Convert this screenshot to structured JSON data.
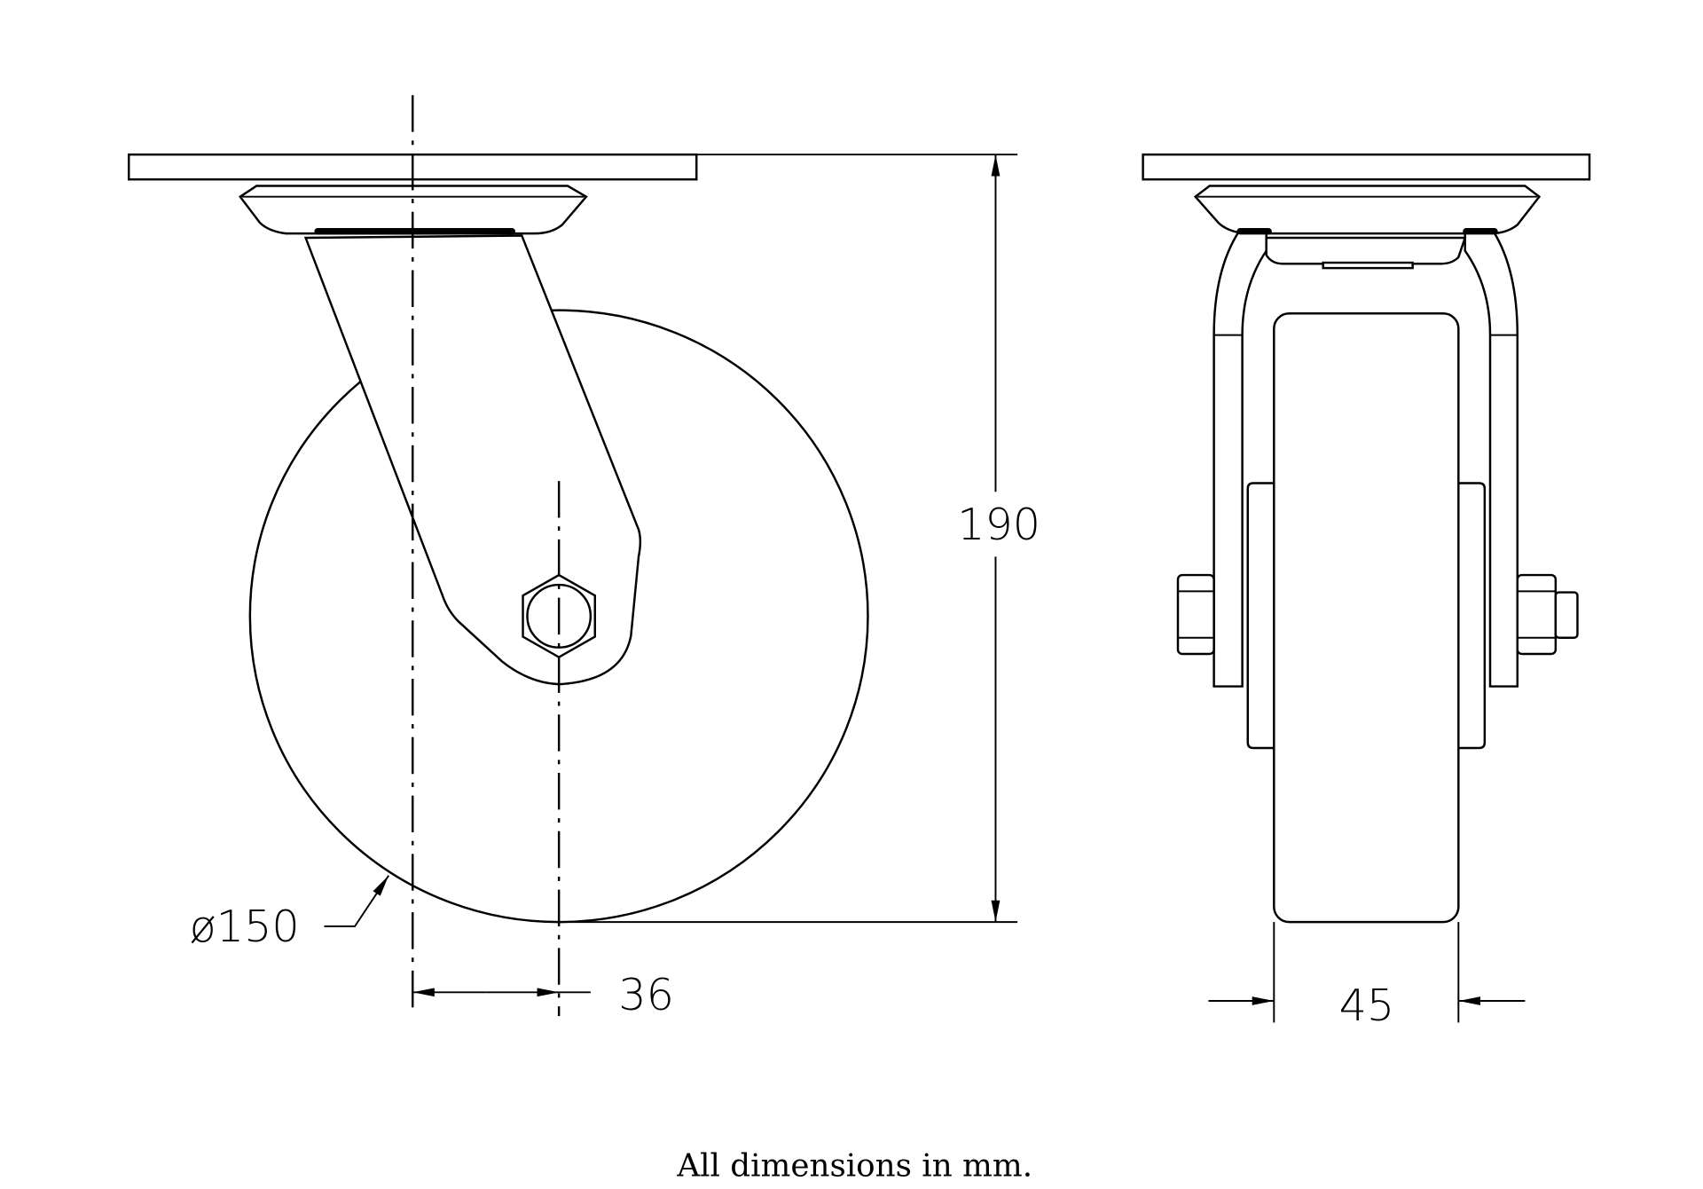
{
  "drawing": {
    "title": "Swivel castor dimension drawing",
    "dimensions": {
      "height": "190",
      "wheel_diameter": "ø150",
      "offset": "36",
      "wheel_width": "45"
    },
    "caption": "All dimensions in mm."
  }
}
